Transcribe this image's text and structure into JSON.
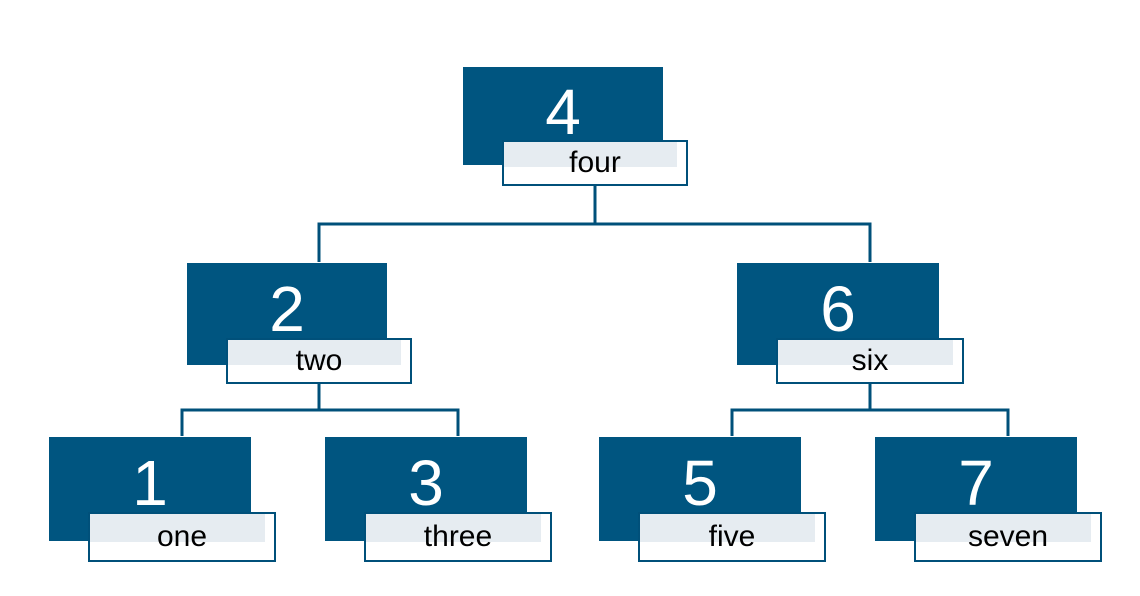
{
  "colors": {
    "box_fill": "#005580",
    "label_border": "#00507a",
    "label_shade": "#e6ecf1",
    "connector": "#00507a"
  },
  "nodes": {
    "four": {
      "number": "4",
      "label": "four"
    },
    "two": {
      "number": "2",
      "label": "two"
    },
    "six": {
      "number": "6",
      "label": "six"
    },
    "one": {
      "number": "1",
      "label": "one"
    },
    "three": {
      "number": "3",
      "label": "three"
    },
    "five": {
      "number": "5",
      "label": "five"
    },
    "seven": {
      "number": "7",
      "label": "seven"
    }
  },
  "edges": [
    {
      "from": "four",
      "to": "two"
    },
    {
      "from": "four",
      "to": "six"
    },
    {
      "from": "two",
      "to": "one"
    },
    {
      "from": "two",
      "to": "three"
    },
    {
      "from": "six",
      "to": "five"
    },
    {
      "from": "six",
      "to": "seven"
    }
  ]
}
